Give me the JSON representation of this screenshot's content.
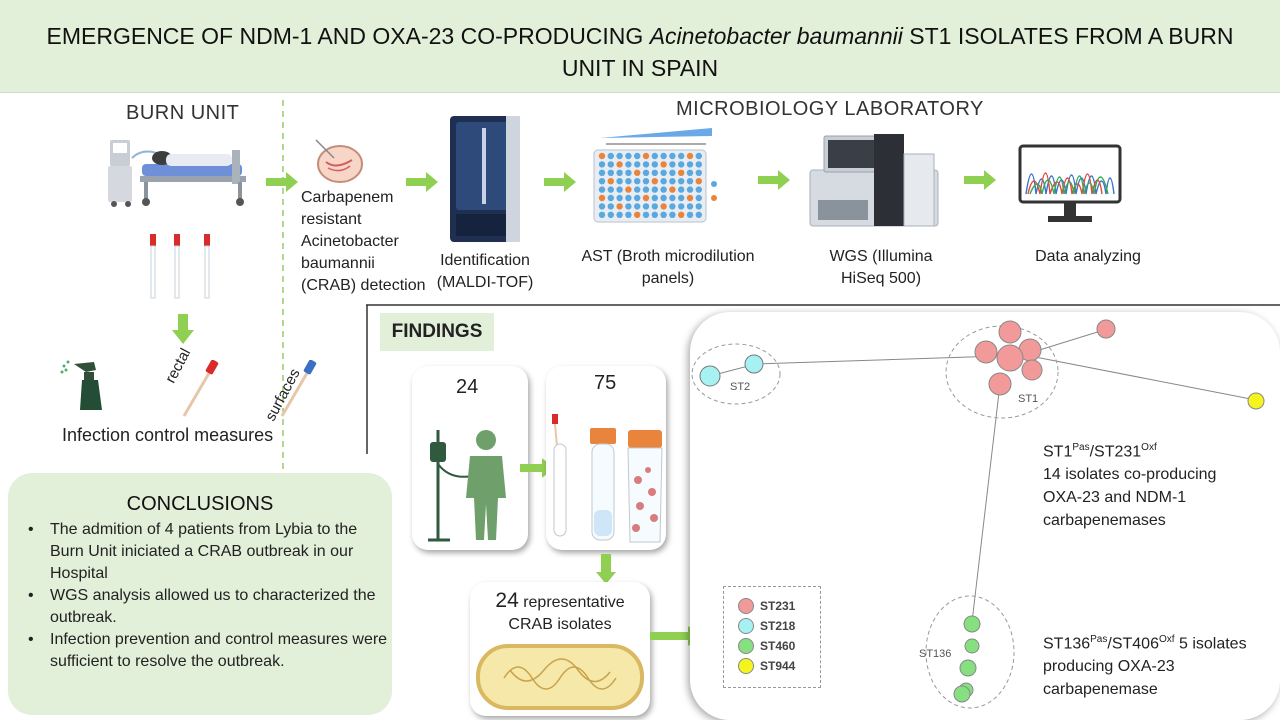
{
  "title": {
    "part1": "EMERGENCE OF NDM-1 AND OXA-23 CO-PRODUCING ",
    "italic": "Acinetobacter baumannii",
    "part2": " ST1 ISOLATES FROM A BURN UNIT IN SPAIN"
  },
  "burn_unit": {
    "label": "BURN UNIT",
    "infection_control": "Infection control measures",
    "swab_labels": [
      "rectal",
      "surfaces"
    ]
  },
  "workflow": {
    "lab_label": "MICROBIOLOGY LABORATORY",
    "crab_detection": [
      "Carbapenem",
      "resistant",
      "Acinetobacter",
      "baumannii",
      "(CRAB) detection"
    ],
    "identification": [
      "Identification",
      "(MALDI-TOF)"
    ],
    "ast": [
      "AST (Broth microdilution",
      "panels)"
    ],
    "wgs": [
      "WGS (Illumina",
      "HiSeq 500)"
    ],
    "data": "Data analyzing"
  },
  "findings": {
    "label": "FINDINGS",
    "patients_count": "24",
    "samples_count": "75",
    "representative_count": "24",
    "representative_text": "representative",
    "representative_text2": "CRAB isolates"
  },
  "conclusions": {
    "title": "CONCLUSIONS",
    "items": [
      "The admition of 4 patients from Lybia to the Burn Unit iniciated a CRAB outbreak in our Hospital",
      "WGS analysis allowed us to characterized the outbreak.",
      "Infection prevention and control measures were sufficient to resolve the outbreak."
    ]
  },
  "tree": {
    "cluster_labels": [
      "ST2",
      "ST1",
      "ST136"
    ],
    "legend": [
      {
        "name": "ST231",
        "color": "#f29a9a"
      },
      {
        "name": "ST218",
        "color": "#a6f2f2"
      },
      {
        "name": "ST460",
        "color": "#86e07f"
      },
      {
        "name": "ST944",
        "color": "#f5f51e"
      }
    ],
    "st1": {
      "pas": "ST1",
      "pas_sup": "Pas",
      "oxf": "/ST231",
      "oxf_sup": "Oxf",
      "lines": [
        "14 isolates co-producing",
        "OXA-23 and NDM-1",
        "carbapenemases"
      ]
    },
    "st136": {
      "pas": "ST136",
      "pas_sup": "Pas",
      "oxf": "/ST406",
      "oxf_sup": "Oxf",
      "line1_suffix": " 5 isolates",
      "lines": [
        "producing OXA-23",
        "carbapenemase"
      ]
    }
  }
}
